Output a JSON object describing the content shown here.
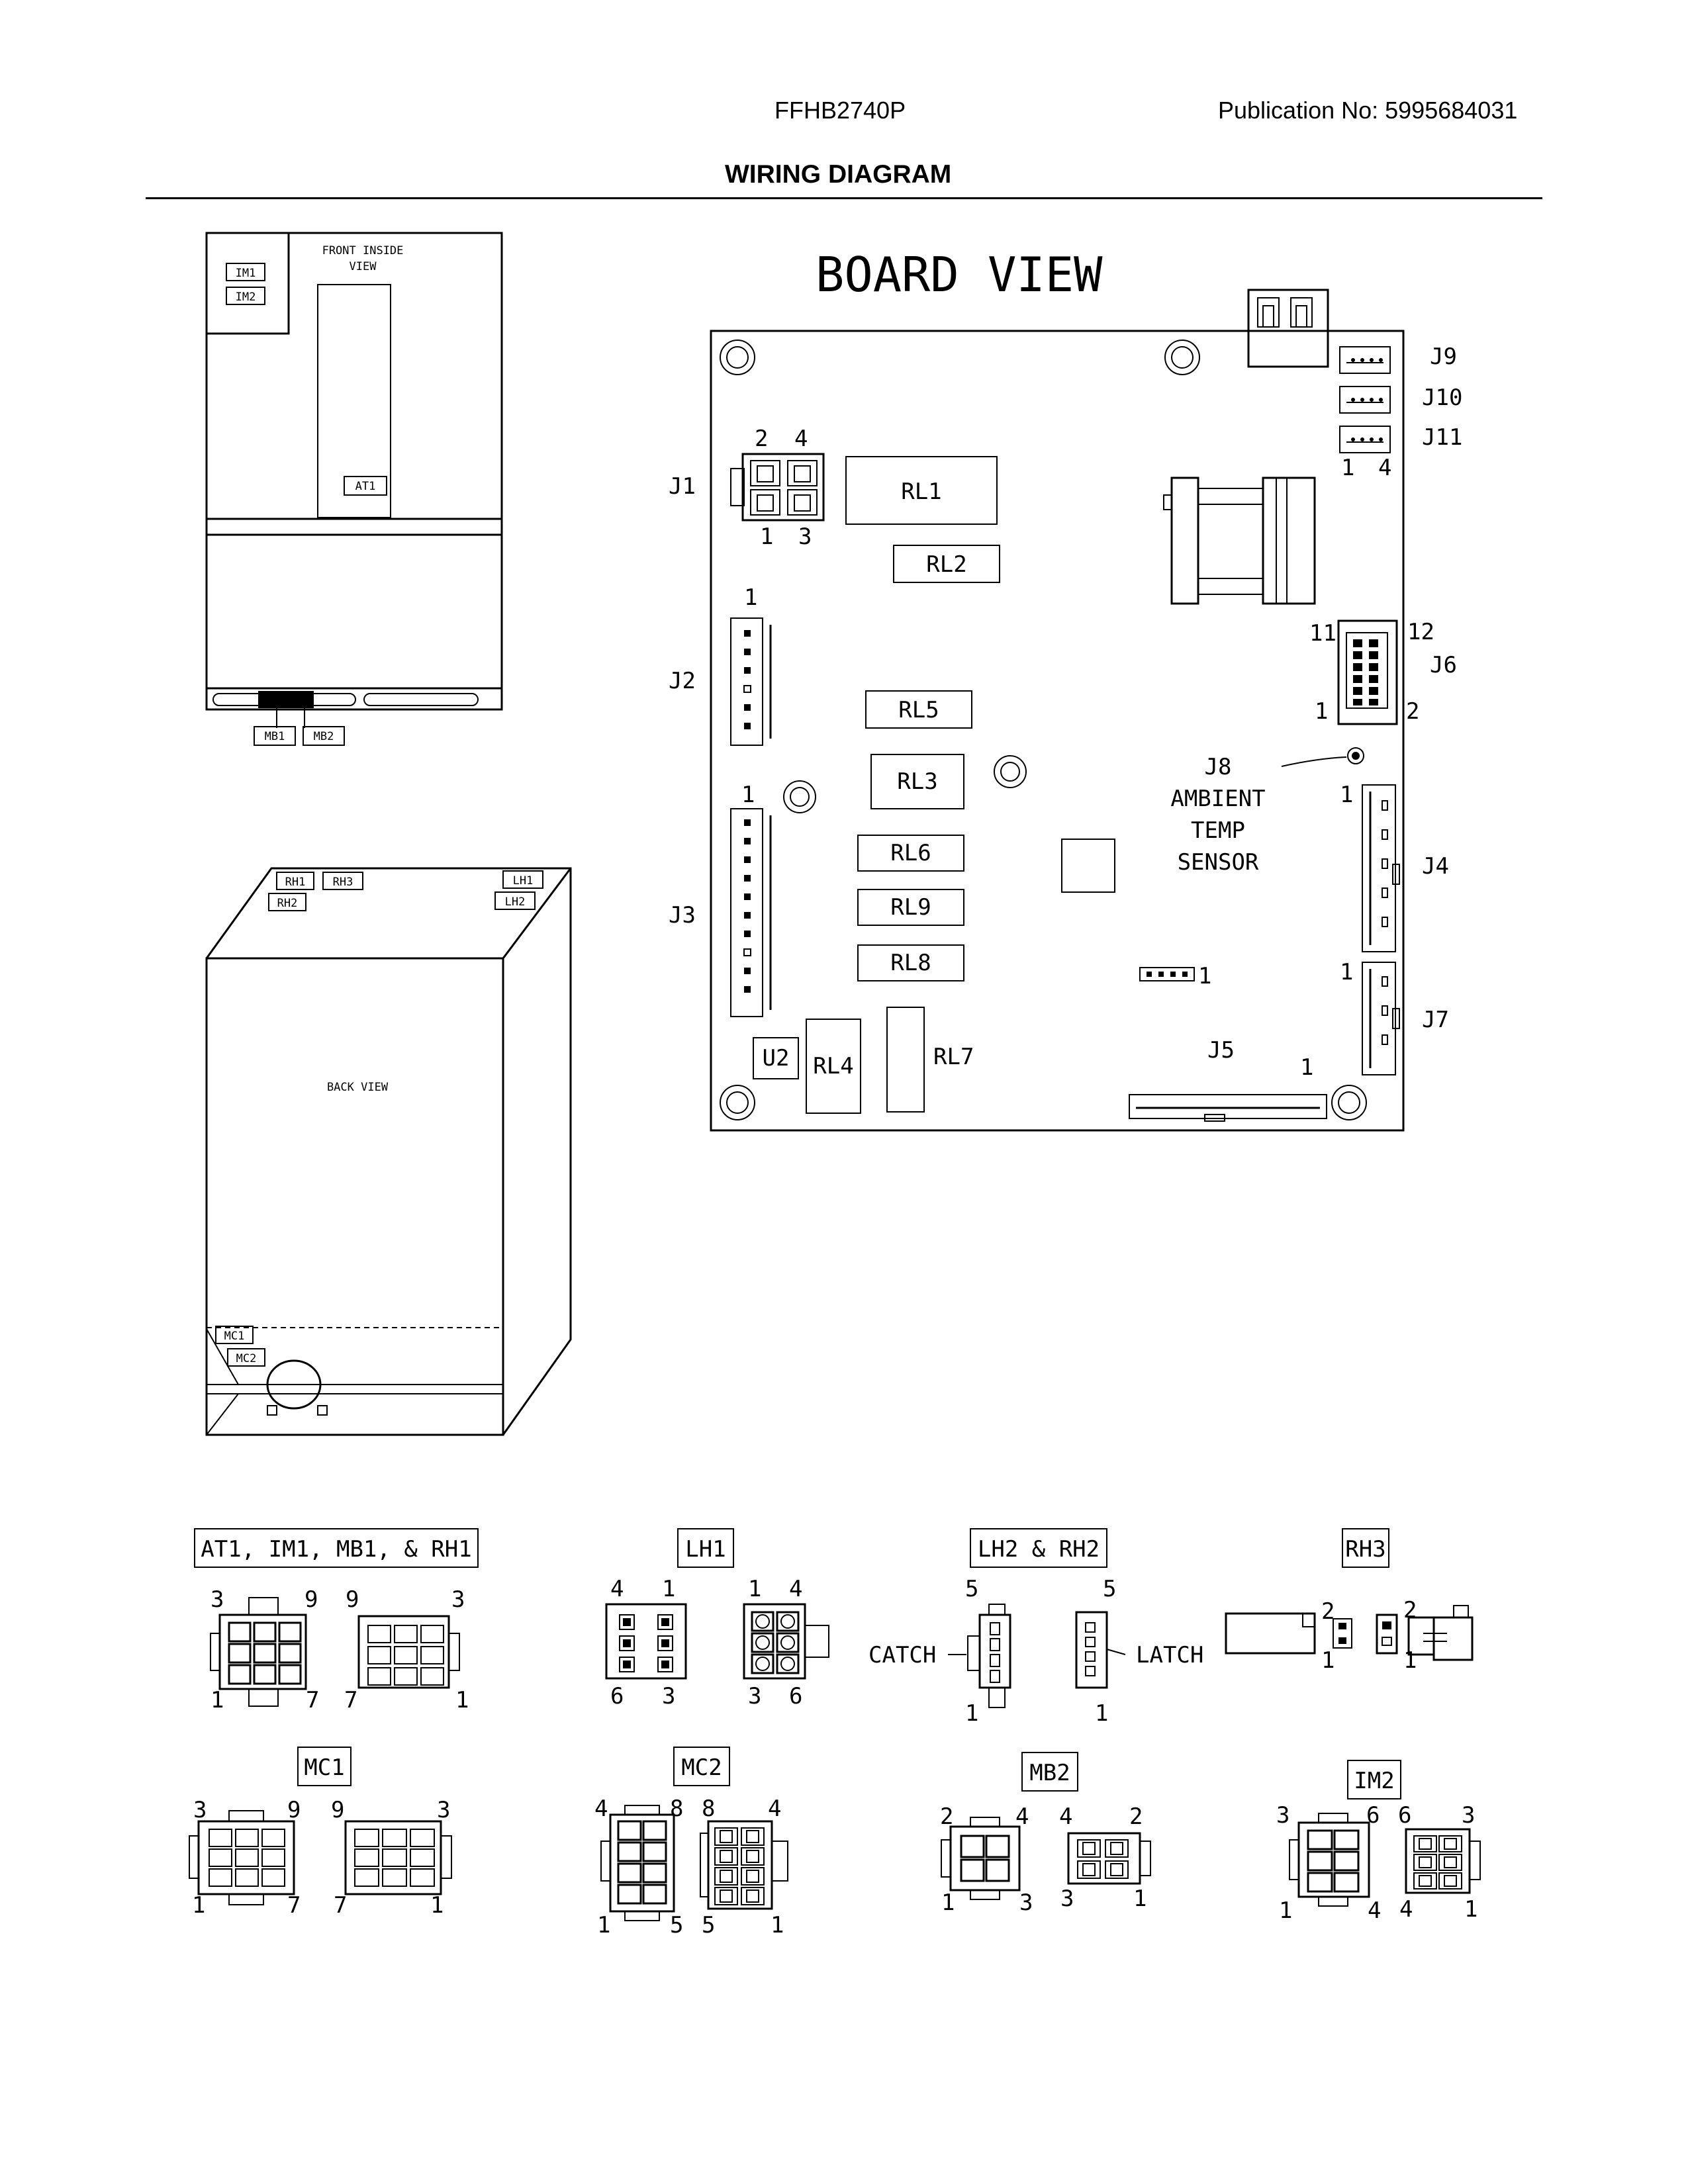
{
  "header": {
    "model": "FFHB2740P",
    "publication": "Publication No:  5995684031",
    "title": "WIRING DIAGRAM"
  },
  "front_view": {
    "label": "FRONT INSIDE VIEW",
    "label_line1": "FRONT INSIDE",
    "label_line2": "VIEW",
    "im1": "IM1",
    "im2": "IM2",
    "at1": "AT1",
    "mb1": "MB1",
    "mb2": "MB2"
  },
  "back_view": {
    "label": "BACK VIEW",
    "rh1": "RH1",
    "rh2": "RH2",
    "rh3": "RH3",
    "lh1": "LH1",
    "lh2": "LH2",
    "mc1": "MC1",
    "mc2": "MC2"
  },
  "board": {
    "title": "BOARD VIEW",
    "relays": [
      "RL1",
      "RL2",
      "RL5",
      "RL3",
      "RL6",
      "RL9",
      "RL8",
      "RL4",
      "RL7"
    ],
    "u2": "U2",
    "j1": "J1",
    "j2": "J2",
    "j3": "J3",
    "j4": "J4",
    "j5": "J5",
    "j6": "J6",
    "j7": "J7",
    "j9": "J9",
    "j10": "J10",
    "j11": "J11",
    "j8_line1": "J8",
    "j8_line2": "AMBIENT",
    "j8_line3": "TEMP",
    "j8_line4": "SENSOR",
    "pins": {
      "j1_top_left": "2",
      "j1_top_right": "4",
      "j1_bot_left": "1",
      "j1_bot_right": "3",
      "j2_pin": "1",
      "j3_pin": "1",
      "j9_11_left": "1",
      "j9_11_right": "4",
      "j6_tl": "11",
      "j6_tr": "12",
      "j6_bl": "1",
      "j6_br": "2",
      "j4_pin": "1",
      "j7_pin": "1",
      "j5_pin": "1",
      "small_conn_pin": "1"
    }
  },
  "connectors": {
    "at1_group": {
      "label": "AT1, IM1, MB1, & RH1",
      "pins": [
        "3",
        "9",
        "9",
        "3",
        "1",
        "7",
        "7",
        "1"
      ]
    },
    "lh1": {
      "label": "LH1",
      "pins": [
        "4",
        "1",
        "1",
        "4",
        "6",
        "3",
        "3",
        "6"
      ]
    },
    "lh2_rh2": {
      "label": "LH2 & RH2",
      "pins": [
        "5",
        "5",
        "1",
        "1"
      ],
      "catch": "CATCH",
      "latch": "LATCH"
    },
    "rh3": {
      "label": "RH3",
      "pins": [
        "2",
        "2",
        "1",
        "1"
      ]
    },
    "mc1": {
      "label": "MC1",
      "pins": [
        "3",
        "9",
        "9",
        "3",
        "1",
        "7",
        "7",
        "1"
      ]
    },
    "mc2": {
      "label": "MC2",
      "pins": [
        "4",
        "8",
        "8",
        "4",
        "1",
        "5",
        "5",
        "1"
      ]
    },
    "mb2": {
      "label": "MB2",
      "pins": [
        "2",
        "4",
        "4",
        "2",
        "1",
        "3",
        "3",
        "1"
      ]
    },
    "im2": {
      "label": "IM2",
      "pins": [
        "3",
        "6",
        "6",
        "3",
        "1",
        "4",
        "4",
        "1"
      ]
    }
  }
}
